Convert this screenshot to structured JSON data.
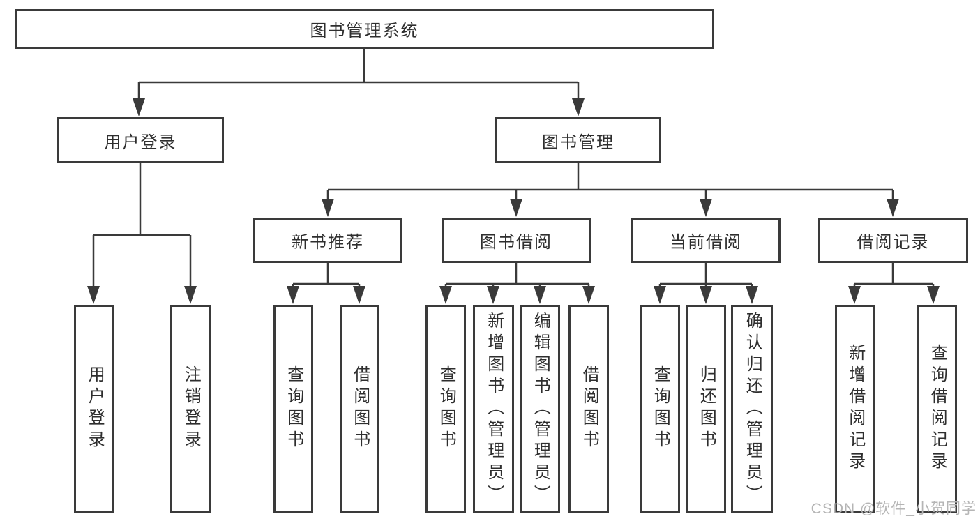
{
  "diagram": {
    "root_label": "图书管理系统",
    "branches": [
      {
        "label": "用户登录",
        "leaves": [
          "用户登录",
          "注销登录"
        ]
      },
      {
        "label": "图书管理",
        "groups": [
          {
            "label": "新书推荐",
            "leaves": [
              "查询图书",
              "借阅图书"
            ]
          },
          {
            "label": "图书借阅",
            "leaves": [
              "查询图书",
              "新增图书（管理员）",
              "编辑图书（管理员）",
              "借阅图书"
            ]
          },
          {
            "label": "当前借阅",
            "leaves": [
              "查询图书",
              "归还图书",
              "确认归还（管理员）"
            ]
          },
          {
            "label": "借阅记录",
            "leaves": [
              "新增借阅记录",
              "查询借阅记录"
            ]
          }
        ]
      }
    ]
  },
  "watermark": "CSDN @软件_小贺同学",
  "colors": {
    "line": "#3a3a3a",
    "text": "#2e2e2e",
    "box_background": "#ffffff",
    "watermark": "#b5b5b5",
    "background": "#ffffff"
  }
}
